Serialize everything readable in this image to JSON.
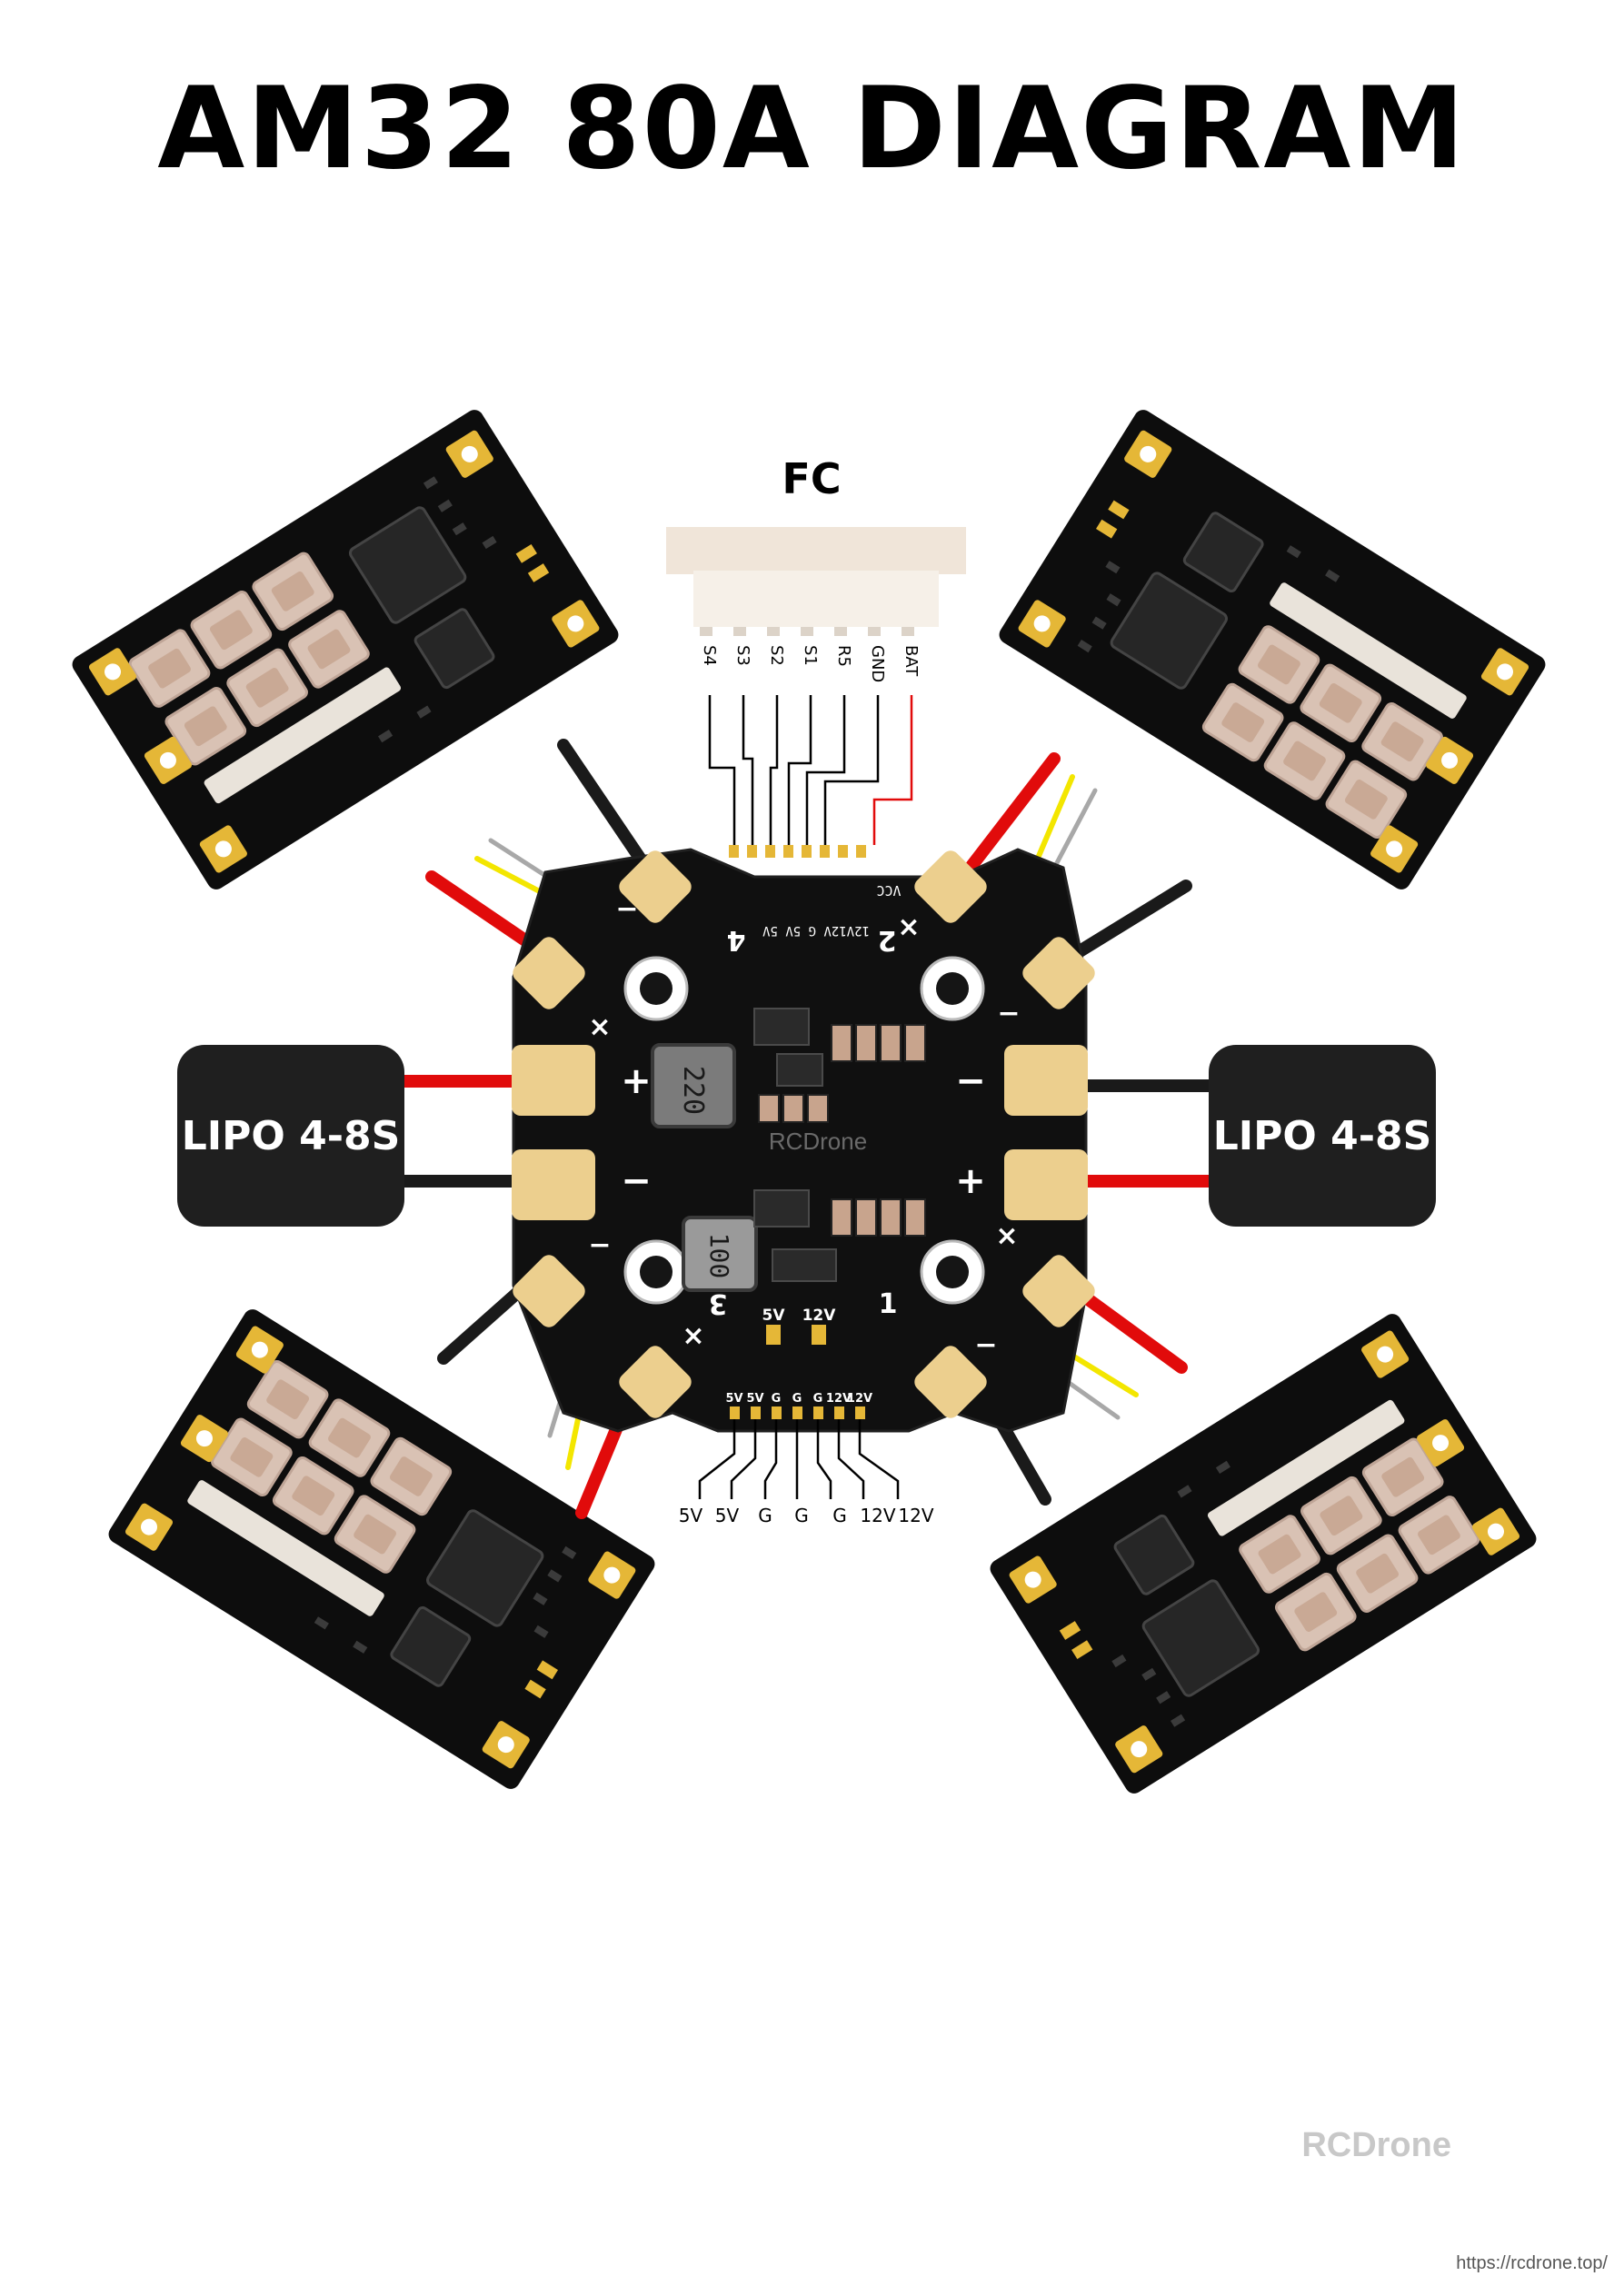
{
  "title": "AM32 80A DIAGRAM",
  "fc_label": "FC",
  "fc_pins": [
    "S4",
    "S3",
    "S2",
    "S1",
    "R5",
    "GND",
    "BAT"
  ],
  "battery_left_label": "LIPO 4-8S",
  "battery_right_label": "LIPO 4-8S",
  "power_pins": [
    "5V",
    "5V",
    "G",
    "G",
    "G",
    "12V",
    "12V"
  ],
  "power_pins_board": [
    "5V",
    "5V",
    "G",
    "G",
    "G",
    "12V",
    "12V"
  ],
  "pad_labels": {
    "top_5v": "5V",
    "top_12v": "12V"
  },
  "board_text": {
    "inductor_a": "220",
    "inductor_b": "100",
    "corner_1": "1",
    "corner_2": "2",
    "corner_3": "3",
    "corner_4": "4",
    "vcc": "VCC",
    "top_row": "12V12V G 5V 5V",
    "board_watermark": "RCDrone"
  },
  "polarity": {
    "plus": "+",
    "minus": "−",
    "x": "×"
  },
  "watermark": "RCDrone",
  "url": "https://rcdrone.top/",
  "colors": {
    "board": "#111111",
    "pad": "#eccf8e",
    "wire_red": "#e10b0b",
    "wire_black": "#1a1a1a",
    "wire_yellow": "#f3e600",
    "wire_gray": "#a8a8a8"
  }
}
